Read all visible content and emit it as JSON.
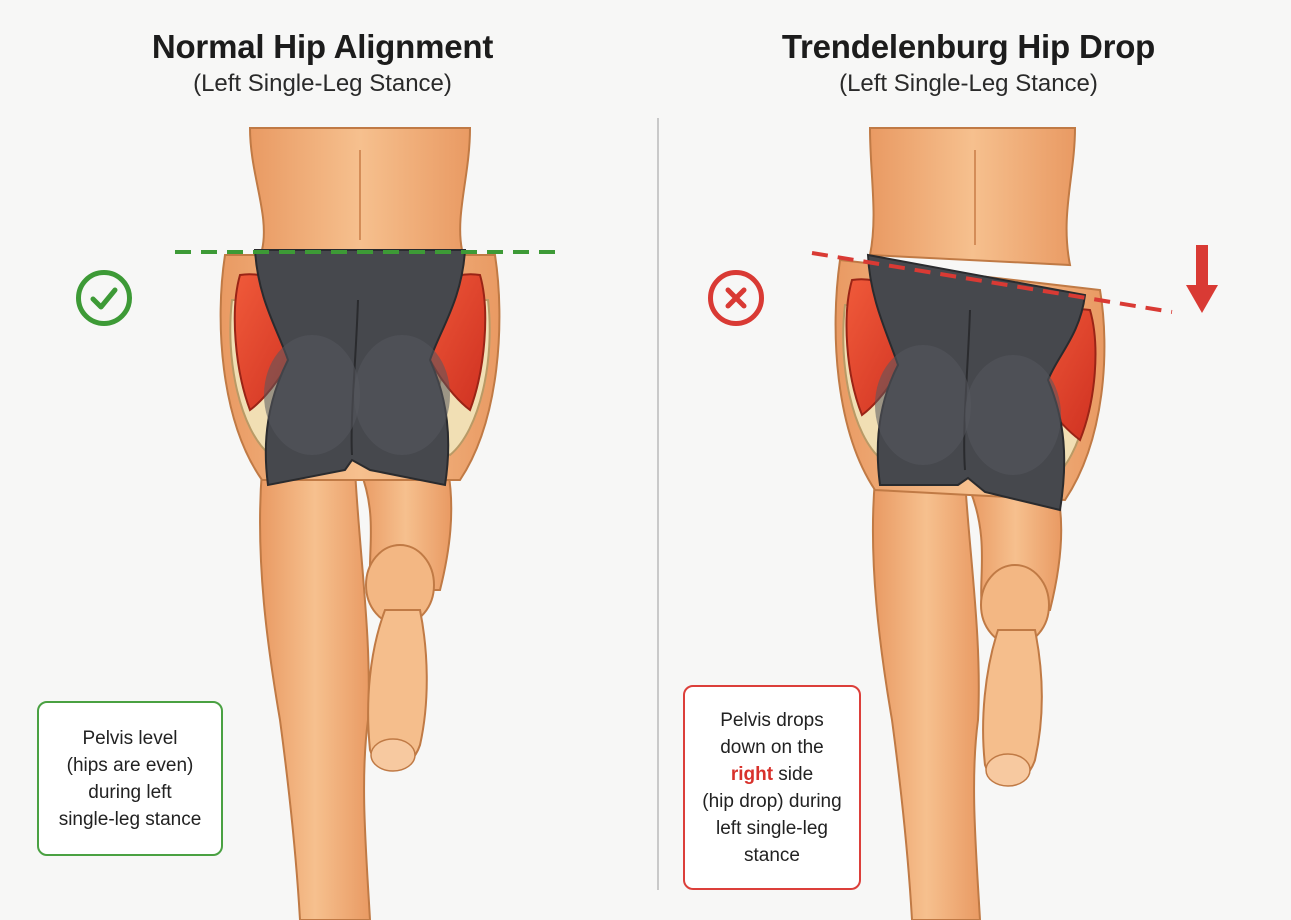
{
  "left_panel": {
    "title": "Normal Hip Alignment",
    "subtitle": "(Left Single-Leg Stance)",
    "status_icon": "check-circle-icon",
    "status_color": "#3d9a36",
    "guide_line_color": "#3d9a36",
    "caption_lines": [
      "Pelvis level",
      "(hips are even)",
      "during left",
      "single-leg stance"
    ]
  },
  "right_panel": {
    "title": "Trendelenburg Hip Drop",
    "subtitle": "(Left Single-Leg Stance)",
    "status_icon": "x-circle-icon",
    "status_color": "#d93a34",
    "guide_line_color": "#d93a34",
    "drop_arrow_icon": "arrow-down-icon",
    "caption": {
      "line1": "Pelvis drops",
      "line2": "down on the",
      "line3_accent": "right",
      "line3_rest": " side",
      "line4": "(hip drop) during",
      "line5": "left single-leg",
      "line6": "stance"
    }
  },
  "colors": {
    "skin": "#f2b27c",
    "shorts": "#46484d",
    "muscle": "#e5432d",
    "bone": "#f1dfb4"
  }
}
